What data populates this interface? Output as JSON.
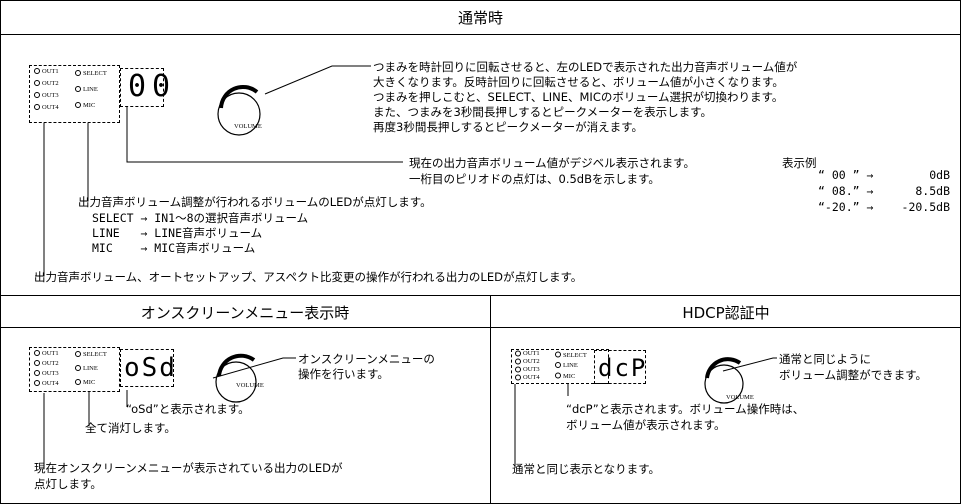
{
  "sections": {
    "normal": {
      "title": "通常時"
    },
    "osd": {
      "title": "オンスクリーンメニュー表示時"
    },
    "hdcp": {
      "title": "HDCP認証中"
    }
  },
  "panel_labels": {
    "out1": "OUT1",
    "out2": "OUT2",
    "out3": "OUT3",
    "out4": "OUT4",
    "select": "SELECT",
    "line": "LINE",
    "mic": "MIC",
    "volume": "VOLUME"
  },
  "displays": {
    "normal": "00",
    "osd": "oSd",
    "hdcp": "dcP"
  },
  "normal": {
    "knob_desc": [
      "つまみを時計回りに回転させると、左のLEDで表示された出力音声ボリューム値が",
      "大きくなります。反時計回りに回転させると、ボリューム値が小さくなります。",
      "つまみを押しこむと、SELECT、LINE、MICのボリューム選択が切換わります。",
      "また、つまみを3秒間長押しするとピークメーターを表示します。",
      "再度3秒間長押しするとピークメーターが消えます。"
    ],
    "display_desc": [
      "現在の出力音声ボリューム値がデジベル表示されます。",
      "一桁目のピリオドの点灯は、0.5dBを示します。"
    ],
    "example_title": "表示例",
    "examples": [
      {
        "disp": "“ 00 ” →",
        "val": "0dB"
      },
      {
        "disp": "“ 08.” →",
        "val": "8.5dB"
      },
      {
        "disp": "“-20.” →",
        "val": "-20.5dB"
      }
    ],
    "volume_led_desc": "出力音声ボリューム調整が行われるボリュームのLEDが点灯します。",
    "volume_items": [
      "SELECT → IN1～8の選択音声ボリューム",
      "LINE   → LINE音声ボリューム",
      "MIC    → MIC音声ボリューム"
    ],
    "output_led_desc": "出力音声ボリューム、オートセットアップ、アスペクト比変更の操作が行われる出力のLEDが点灯します。"
  },
  "osd": {
    "knob_desc": [
      "オンスクリーンメニューの",
      "操作を行います。"
    ],
    "display_desc": "“oSd”と表示されます。",
    "all_off": "全て消灯します。",
    "output_desc": [
      "現在オンスクリーンメニューが表示されている出力のLEDが",
      "点灯します。"
    ]
  },
  "hdcp": {
    "knob_desc": [
      "通常と同じように",
      "ボリューム調整ができます。"
    ],
    "display_desc": [
      "“dcP”と表示されます。ボリューム操作時は、",
      "ボリューム値が表示されます。"
    ],
    "same_display": "通常と同じ表示となります。"
  }
}
